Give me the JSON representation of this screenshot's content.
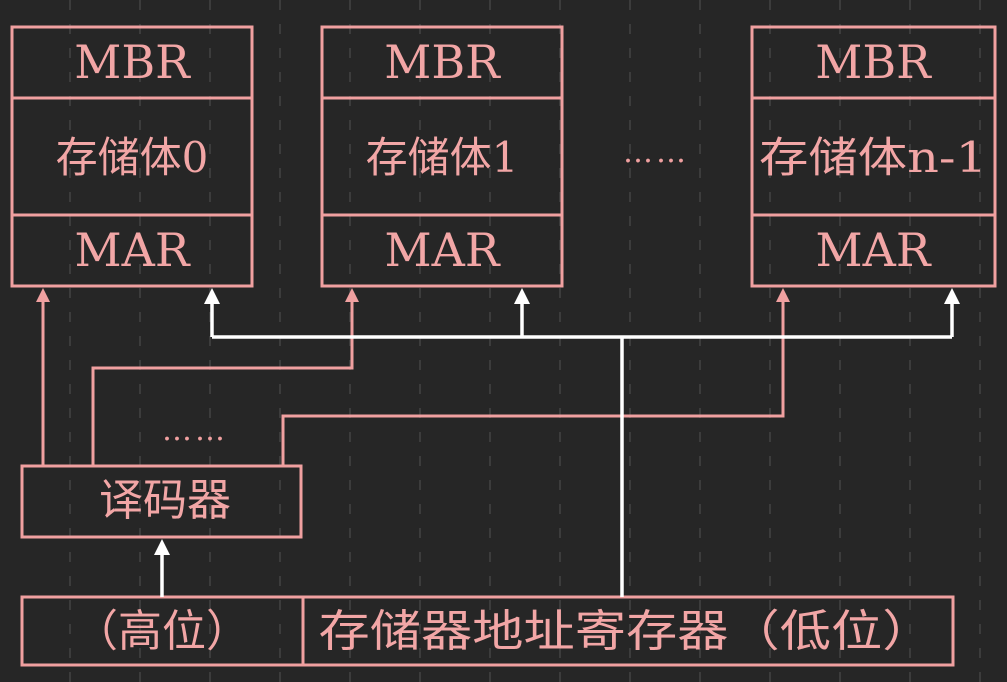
{
  "banks": [
    {
      "mbr": "MBR",
      "body": "存储体0",
      "mar": "MAR"
    },
    {
      "mbr": "MBR",
      "body": "存储体1",
      "mar": "MAR"
    },
    {
      "mbr": "MBR",
      "body": "存储体n-1",
      "mar": "MAR"
    }
  ],
  "ellipsis_top": "……",
  "ellipsis_mid": "……",
  "decoder": {
    "label": "译码器"
  },
  "address_register": {
    "high_label": "（高位）",
    "low_label": "存储器地址寄存器（低位）"
  },
  "colors": {
    "background": "#262626",
    "outline": "#f0a0a0",
    "text": "#f2a6a6",
    "bus": "#ffffff"
  }
}
